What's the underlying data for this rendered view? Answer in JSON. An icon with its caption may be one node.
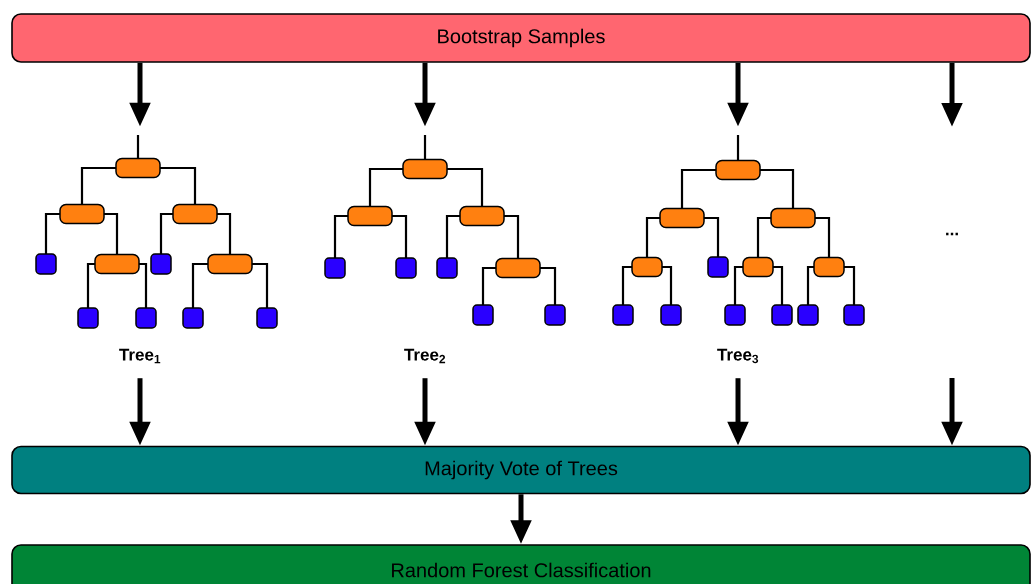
{
  "diagram": {
    "nodes": [
      {
        "text": [
          "Bootstrap Samples"
        ]
      },
      {
        "text": [
          "Tree$_{1}$"
        ]
      },
      {
        "text": [
          "Tree$_{2}$"
        ]
      },
      {
        "text": [
          "Tree$_{3}$"
        ]
      },
      {
        "text": [
          "Majority Vote of Trees"
        ]
      },
      {
        "text": [
          "Random Forest Classification"
        ]
      }
    ],
    "edges": [
      {
        "from": 0,
        "to": 1,
        "arrow": "to"
      },
      {
        "from": 0,
        "to": 2,
        "arrow": "to"
      },
      {
        "from": 0,
        "to": 3,
        "arrow": "to"
      },
      {
        "from": 0,
        "to": null,
        "arrow": "to"
      },
      {
        "from": 1,
        "to": 4,
        "arrow": "to"
      },
      {
        "from": 2,
        "to": 4,
        "arrow": "to"
      },
      {
        "from": 3,
        "to": 4,
        "arrow": "to"
      },
      {
        "from": null,
        "to": 4,
        "arrow": "to"
      },
      {
        "from": 4,
        "to": 5,
        "arrow": "to"
      }
    ],
    "labels": [
      "..."
    ]
  }
}
